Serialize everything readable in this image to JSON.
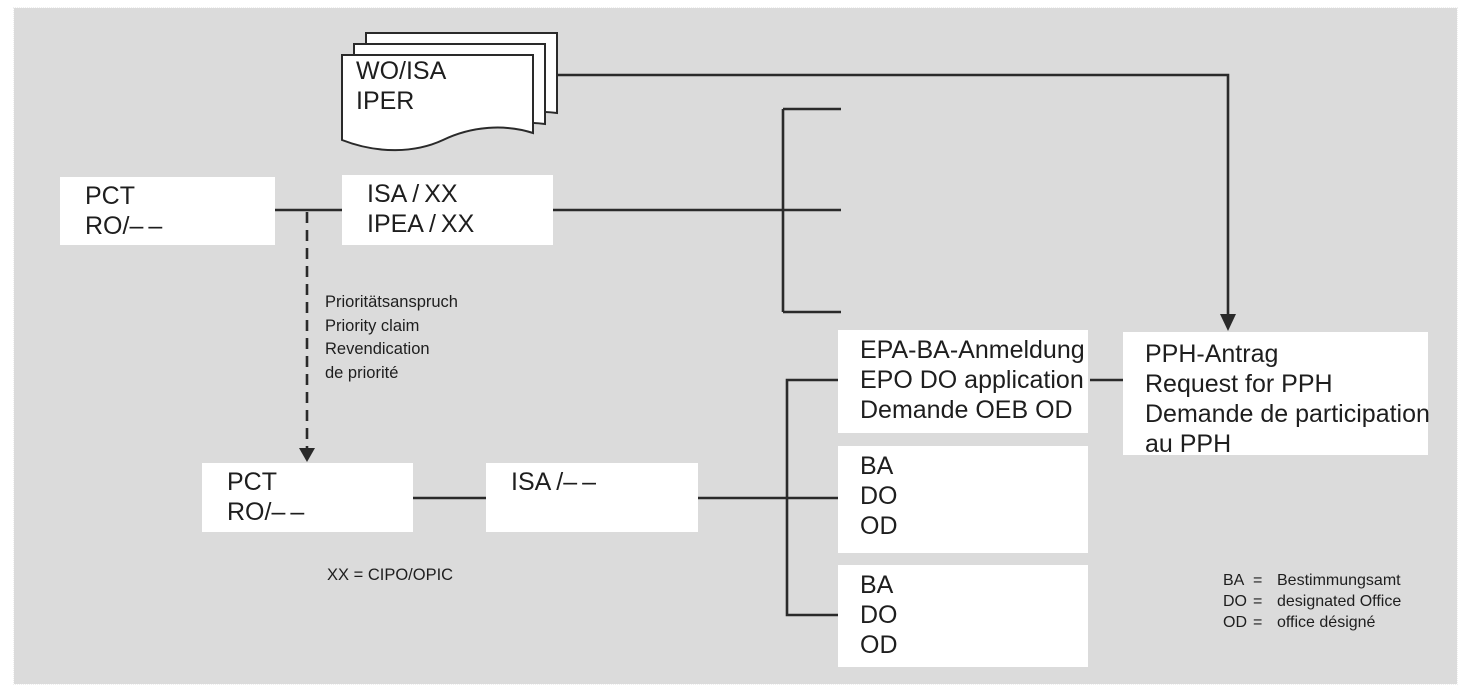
{
  "colors": {
    "panel_bg": "#dbdbdb",
    "box_bg": "#ffffff",
    "line": "#2a2a2a",
    "text": "#1e1e1e"
  },
  "document_stack": {
    "lines": [
      "WO/ISA",
      "IPER"
    ]
  },
  "boxes": {
    "pct_top": {
      "lines": [
        "PCT",
        "RO/– –"
      ]
    },
    "isa_xx": {
      "lines": [
        "ISA / XX",
        "IPEA / XX"
      ]
    },
    "epa_ba": {
      "lines": [
        "EPA-BA-Anmeldung",
        "EPO DO application",
        "Demande OEB OD"
      ]
    },
    "pph": {
      "lines": [
        "PPH-Antrag",
        "Request for PPH",
        "Demande de participation",
        "au PPH"
      ]
    },
    "pct_bottom": {
      "lines": [
        "PCT",
        "RO/– –"
      ]
    },
    "isa_bottom": {
      "lines": [
        "ISA /– –"
      ]
    },
    "ba_top": {
      "lines": [
        "BA",
        "DO",
        "OD"
      ]
    },
    "ba_bottom": {
      "lines": [
        "BA",
        "DO",
        "OD"
      ]
    }
  },
  "annotations": {
    "priority_claim": {
      "lines": [
        "Prioritätsanspruch",
        "Priority claim",
        "Revendication",
        "de priorité"
      ]
    },
    "xx_note": "XX = CIPO/OPIC",
    "legend": [
      {
        "abbr": "BA",
        "eq": "=",
        "desc": "Bestimmungsamt"
      },
      {
        "abbr": "DO",
        "eq": "=",
        "desc": "designated Office"
      },
      {
        "abbr": "OD",
        "eq": "=",
        "desc": "office désigné"
      }
    ]
  }
}
